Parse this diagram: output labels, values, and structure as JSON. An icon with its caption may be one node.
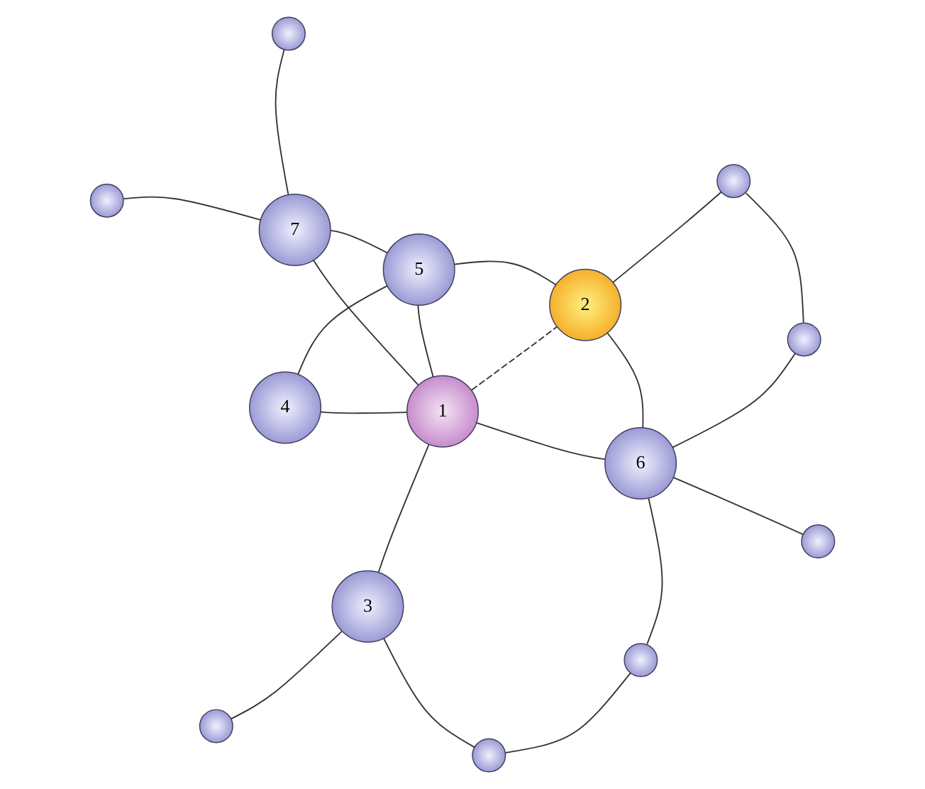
{
  "diagram": {
    "nodes": [
      {
        "text": [],
        "shape": "circle"
      },
      {
        "text": [],
        "shape": "circle"
      },
      {
        "text": [],
        "shape": "circle"
      },
      {
        "text": [],
        "shape": "circle"
      },
      {
        "text": [
          "7"
        ]
      },
      {
        "text": [
          "3"
        ]
      },
      {
        "text": [
          "4"
        ]
      },
      {
        "text": [],
        "shape": "circle"
      },
      {
        "text": [
          "1"
        ]
      },
      {
        "text": [
          "6"
        ]
      },
      {
        "text": [],
        "shape": "circle"
      },
      {
        "text": [
          "5"
        ]
      },
      {
        "text": [],
        "shape": "circle"
      },
      {
        "text": [
          "2"
        ]
      },
      {
        "text": [],
        "shape": "circle"
      }
    ],
    "edges": [
      {
        "from": 4,
        "to": 0,
        "arrow": "none"
      },
      {
        "from": 4,
        "to": 1,
        "arrow": "none"
      },
      {
        "from": 4,
        "to": 8,
        "arrow": "none"
      },
      {
        "from": 4,
        "to": 11,
        "arrow": "none"
      },
      {
        "from": 5,
        "to": 2,
        "arrow": "none"
      },
      {
        "from": 5,
        "to": 3,
        "arrow": "none"
      },
      {
        "from": 5,
        "to": 8,
        "arrow": "none"
      },
      {
        "from": 3,
        "to": 7,
        "arrow": "none"
      },
      {
        "from": 6,
        "to": 8,
        "arrow": "none"
      },
      {
        "from": 6,
        "to": 11,
        "arrow": "none"
      },
      {
        "from": 8,
        "to": 9,
        "arrow": "none"
      },
      {
        "from": 8,
        "to": 11,
        "arrow": "none"
      },
      {
        "from": 8,
        "to": 13,
        "arrow": "none",
        "style": "dashed"
      },
      {
        "from": 9,
        "to": 7,
        "arrow": "none"
      },
      {
        "from": 9,
        "to": 10,
        "arrow": "none"
      },
      {
        "from": 9,
        "to": 13,
        "arrow": "none"
      },
      {
        "from": 9,
        "to": 12,
        "arrow": "none"
      },
      {
        "from": 12,
        "to": 14,
        "arrow": "none"
      },
      {
        "from": 13,
        "to": 14,
        "arrow": "none"
      },
      {
        "from": 11,
        "to": 13,
        "arrow": "none"
      }
    ]
  }
}
